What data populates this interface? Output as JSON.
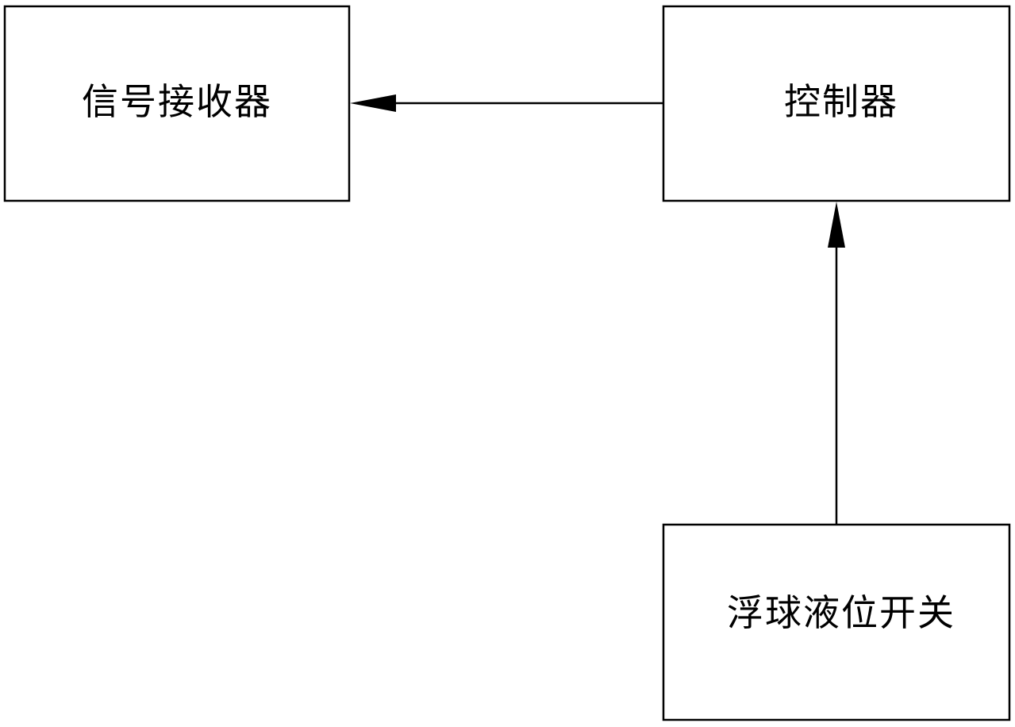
{
  "nodes": {
    "receiver": {
      "label": "信号接收器"
    },
    "controller": {
      "label": "控制器"
    },
    "float_switch": {
      "label": "浮球液位开关"
    }
  },
  "edges": [
    {
      "from": "controller",
      "to": "receiver"
    },
    {
      "from": "float_switch",
      "to": "controller"
    }
  ],
  "colors": {
    "stroke": "#000000",
    "background": "#ffffff"
  }
}
